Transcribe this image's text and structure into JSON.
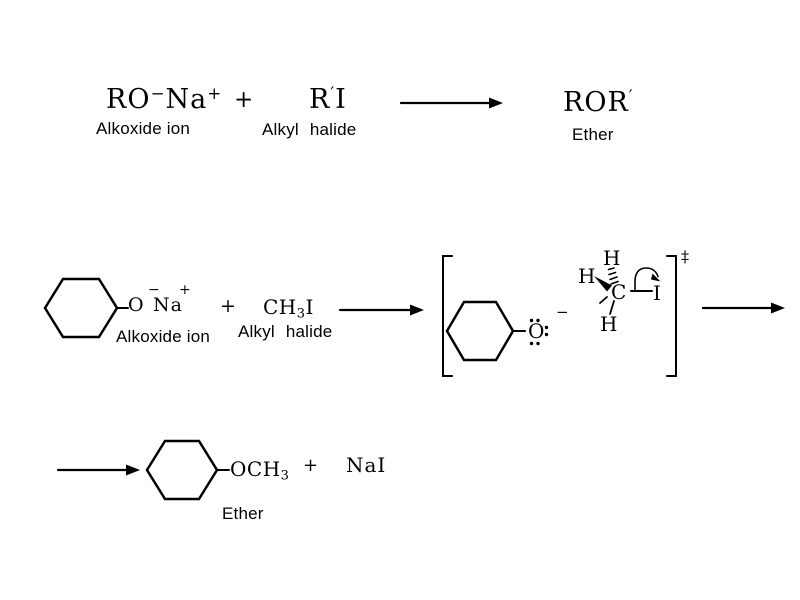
{
  "colors": {
    "background": "#ffffff",
    "ink": "#000000"
  },
  "general_equation": {
    "alkoxide": {
      "formula": "RO",
      "charge": "−",
      "counterion": "Na",
      "counterion_charge": "+",
      "caption": "Alkoxide ion"
    },
    "plus": "+",
    "alkyl_halide": {
      "radical": "R",
      "prime": "′",
      "halide": "I",
      "caption": "Alkyl halide"
    },
    "product": {
      "formula": "ROR",
      "prime": "′",
      "caption": "Ether"
    }
  },
  "example_equation": {
    "alkoxide": {
      "oxygen": "O",
      "charge": "−",
      "counterion": "Na",
      "counterion_charge": "+",
      "caption": "Alkoxide ion"
    },
    "plus": "+",
    "alkyl_halide": {
      "formula": "CH",
      "subscript": "3",
      "halide": "I",
      "caption": "Alkyl halide"
    },
    "transition_state": {
      "oxygen": "O",
      "charge": "−",
      "hydrogen_top": "H",
      "hydrogen_left": "H",
      "hydrogen_bottom": "H",
      "carbon": "C",
      "iodine": "I",
      "double_dagger": "‡"
    }
  },
  "product_equation": {
    "ether": {
      "formula": "OCH",
      "subscript": "3",
      "caption": "Ether"
    },
    "plus": "+",
    "byproduct": "NaI"
  }
}
